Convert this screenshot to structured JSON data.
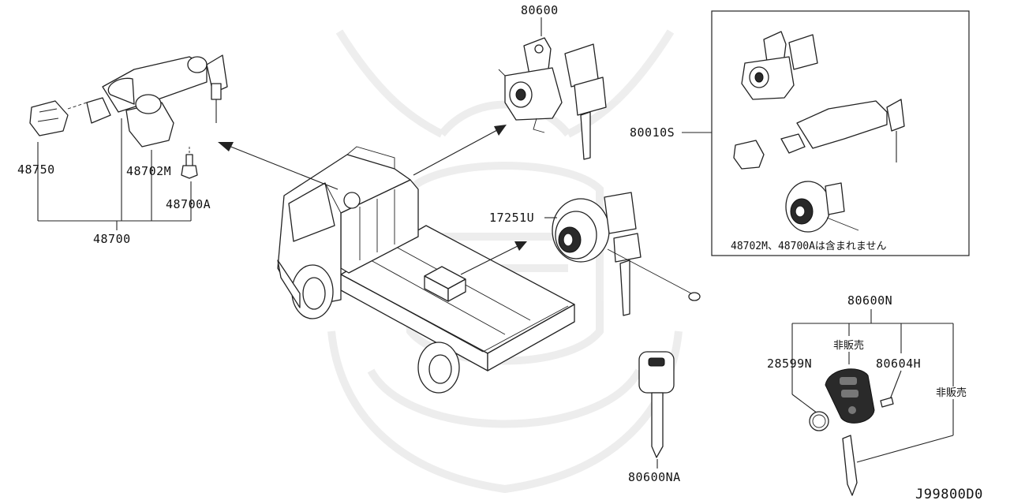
{
  "labels": {
    "p80600": "80600",
    "p80010S": "80010S",
    "p48750": "48750",
    "p48702M": "48702M",
    "p48700A": "48700A",
    "p48700": "48700",
    "p17251U": "17251U",
    "p80600N": "80600N",
    "p28599N": "28599N",
    "p80604H": "80604H",
    "p80600NA": "80600NA",
    "not_for_sale_1": "非販売",
    "not_for_sale_2": "非販売",
    "box_note": "48702M、48700Aは含まれません",
    "diagram_code": "J99800D0"
  },
  "icons": [
    "ignition-switch-assembly",
    "door-lock-cylinder",
    "fuel-cap-lock",
    "truck",
    "key",
    "remote-key-fob",
    "battery-cell",
    "screw",
    "watermark-logo"
  ]
}
